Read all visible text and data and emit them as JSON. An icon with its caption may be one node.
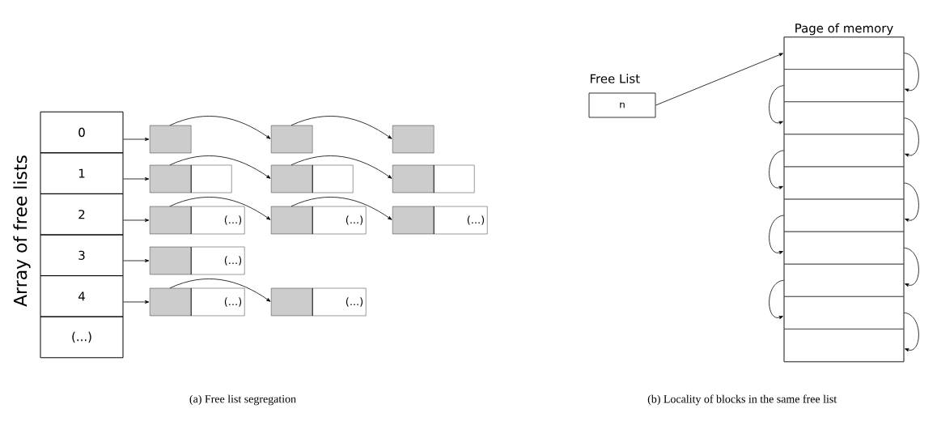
{
  "diagram": {
    "nodes": [
      {
        "text": [
          "0"
        ]
      },
      {
        "text": [
          "1"
        ]
      },
      {
        "text": [
          "2"
        ]
      },
      {
        "text": [
          "3"
        ]
      },
      {
        "text": [
          "4"
        ]
      },
      {
        "text": [
          "(...)"
        ]
      },
      {
        "text": [],
        "shape": "box"
      },
      {
        "text": [],
        "shape": "box"
      },
      {
        "text": [],
        "shape": "box"
      },
      {
        "text": [],
        "shape": "box"
      },
      {
        "text": [],
        "shape": "box"
      },
      {
        "text": [],
        "shape": "box"
      },
      {
        "text": [
          "(...)"
        ]
      },
      {
        "text": [
          "(...)"
        ]
      },
      {
        "text": [
          "(...)"
        ]
      },
      {
        "text": [
          "(...)"
        ]
      },
      {
        "text": [
          "(...)"
        ]
      },
      {
        "text": [
          "(...)"
        ]
      },
      {
        "text": [
          "n"
        ],
        "beside": [
          "Free List"
        ]
      },
      {
        "text": [
          "Page of memory"
        ]
      },
      {
        "text": [],
        "shape": "box",
        "in": 19
      },
      {
        "text": [],
        "shape": "box",
        "in": 19
      },
      {
        "text": [],
        "shape": "box",
        "in": 19
      },
      {
        "text": [],
        "shape": "box",
        "in": 19
      },
      {
        "text": [],
        "shape": "box",
        "in": 19
      },
      {
        "text": [],
        "shape": "box",
        "in": 19
      },
      {
        "text": [],
        "shape": "box",
        "in": 19
      },
      {
        "text": [],
        "shape": "box",
        "in": 19
      },
      {
        "text": [],
        "shape": "box",
        "in": 19
      },
      {
        "text": [],
        "shape": "box",
        "in": 19
      }
    ],
    "edges": [
      {
        "from": 0,
        "to": 6,
        "arrow": "to"
      },
      {
        "from": 6,
        "to": 7,
        "arrow": "to"
      },
      {
        "from": 7,
        "to": 8,
        "arrow": "to"
      },
      {
        "from": 1,
        "to": 9,
        "arrow": "to"
      },
      {
        "from": 9,
        "to": 10,
        "arrow": "to"
      },
      {
        "from": 10,
        "to": 11,
        "arrow": "to"
      },
      {
        "from": 2,
        "to": 12,
        "arrow": "to"
      },
      {
        "from": 12,
        "to": 13,
        "arrow": "to"
      },
      {
        "from": 13,
        "to": 14,
        "arrow": "to"
      },
      {
        "from": 3,
        "to": 15,
        "arrow": "to"
      },
      {
        "from": 4,
        "to": 16,
        "arrow": "to"
      },
      {
        "from": 16,
        "to": 17,
        "arrow": "to"
      },
      {
        "from": 18,
        "to": 20,
        "arrow": "to"
      },
      {
        "from": 20,
        "to": 21,
        "arrow": "to"
      },
      {
        "from": 21,
        "to": 22,
        "arrow": "to"
      },
      {
        "from": 22,
        "to": 23,
        "arrow": "to"
      },
      {
        "from": 23,
        "to": 24,
        "arrow": "to"
      },
      {
        "from": 24,
        "to": 25,
        "arrow": "to"
      },
      {
        "from": 25,
        "to": 26,
        "arrow": "to"
      },
      {
        "from": 26,
        "to": 27,
        "arrow": "to"
      },
      {
        "from": 27,
        "to": 28,
        "arrow": "to"
      },
      {
        "from": 28,
        "to": 29,
        "arrow": "to"
      }
    ],
    "labels": [
      "Array of free lists",
      "(a) Free list segregation",
      "(b) Locality of blocks in the same free list"
    ]
  }
}
